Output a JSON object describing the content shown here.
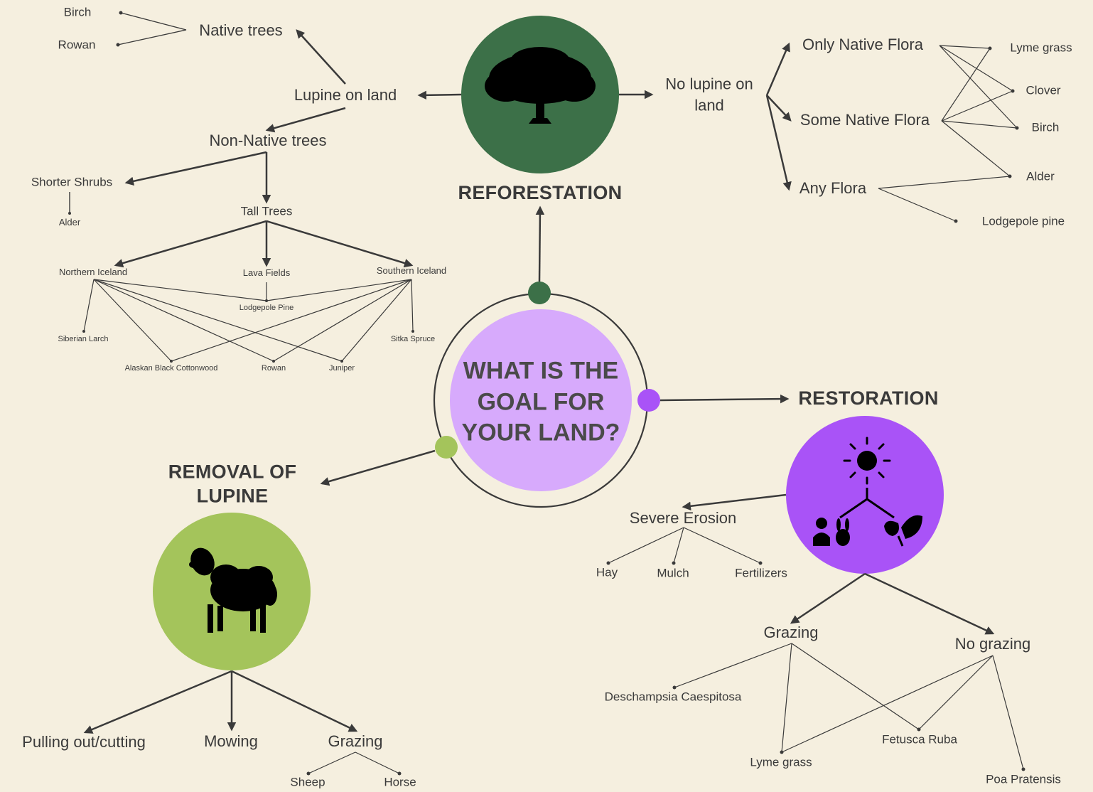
{
  "center_question": "WHAT IS THE GOAL FOR YOUR LAND?",
  "headings": {
    "reforestation": "REFORESTATION",
    "restoration": "RESTORATION",
    "removal": "REMOVAL OF LUPINE"
  },
  "colors": {
    "background": "#f5efdf",
    "reforestation": "#3c7048",
    "restoration": "#a953f7",
    "removal": "#a4c45b",
    "center_fill": "#d7aafc",
    "line": "#3a3a3a"
  },
  "icons": {
    "reforestation": "tree-icon",
    "restoration": "sun-ecosystem-icon",
    "removal": "sheep-icon"
  },
  "reforestation": {
    "lupine_on_land": "Lupine on land",
    "native_trees": "Native trees",
    "native_birch": "Birch",
    "native_rowan": "Rowan",
    "non_native_trees": "Non-Native trees",
    "shorter_shrubs": "Shorter Shrubs",
    "alder": "Alder",
    "tall_trees": "Tall Trees",
    "northern_iceland": "Northern Iceland",
    "lava_fields": "Lava Fields",
    "southern_iceland": "Southern Iceland",
    "lodgepole_pine": "Lodgepole Pine",
    "siberian_larch": "Siberian Larch",
    "sitka_spruce": "Sitka Spruce",
    "alaskan_black_cottonwood": "Alaskan Black Cottonwood",
    "rowan": "Rowan",
    "juniper": "Juniper",
    "no_lupine": "No lupine on land",
    "only_native_flora": "Only Native Flora",
    "some_native_flora": "Some Native Flora",
    "any_flora": "Any Flora",
    "lyme_grass": "Lyme grass",
    "clover": "Clover",
    "birch": "Birch",
    "alder2": "Alder",
    "lodgepole_pine2": "Lodgepole pine"
  },
  "restoration": {
    "severe_erosion": "Severe Erosion",
    "hay": "Hay",
    "mulch": "Mulch",
    "fertilizers": "Fertilizers",
    "grazing": "Grazing",
    "no_grazing": "No grazing",
    "deschampsia": "Deschampsia Caespitosa",
    "fetusca_ruba": "Fetusca Ruba",
    "lyme_grass": "Lyme grass",
    "poa_pratensis": "Poa Pratensis"
  },
  "removal": {
    "pulling": "Pulling out/cutting",
    "mowing": "Mowing",
    "grazing": "Grazing",
    "sheep": "Sheep",
    "horse": "Horse"
  }
}
